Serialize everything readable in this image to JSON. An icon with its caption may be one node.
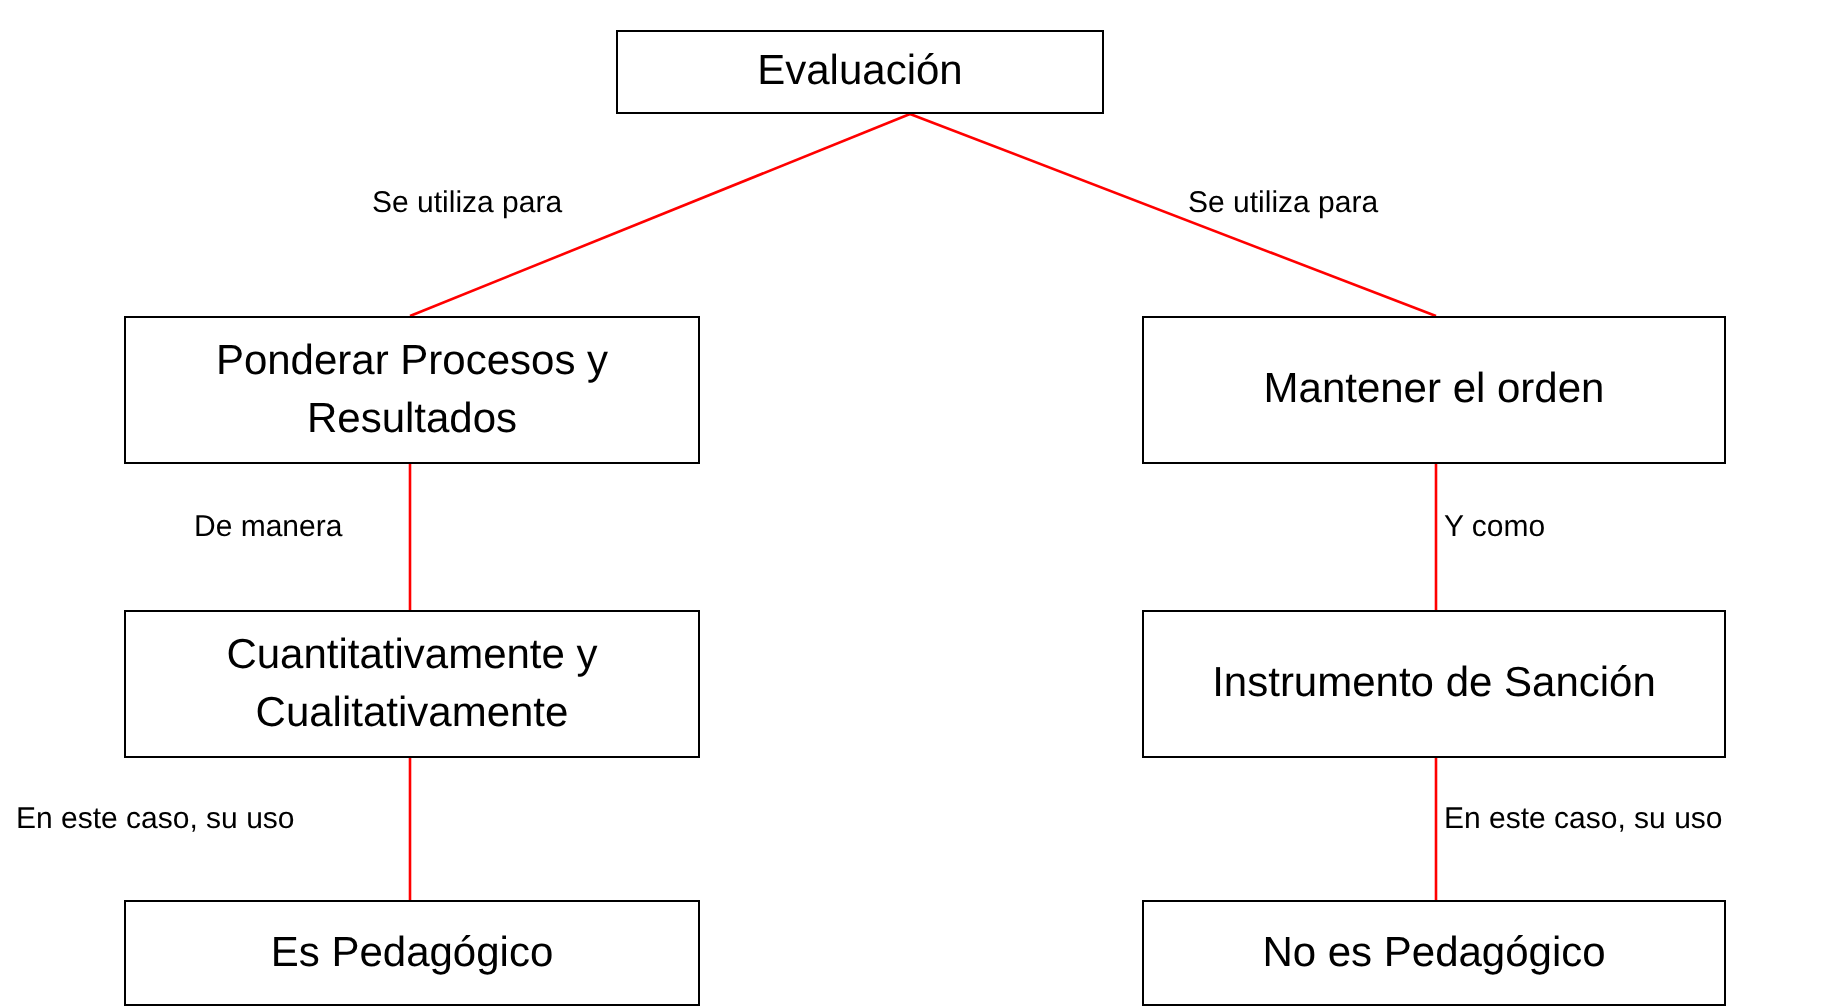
{
  "diagram": {
    "nodes": [
      {
        "text": [
          "Evaluación"
        ]
      },
      {
        "text": [
          "Ponderar Procesos y Resultados"
        ]
      },
      {
        "text": [
          "Mantener el orden"
        ]
      },
      {
        "text": [
          "Cuantitativamente y Cualitativamente"
        ]
      },
      {
        "text": [
          "Instrumento de Sanción"
        ]
      },
      {
        "text": [
          "Es Pedagógico"
        ]
      },
      {
        "text": [
          "No es Pedagógico"
        ]
      }
    ],
    "edges": [
      {
        "from": 0,
        "to": 1,
        "arrow": "none",
        "label": "Se utiliza para"
      },
      {
        "from": 0,
        "to": 2,
        "arrow": "none",
        "label": "Se utiliza para"
      },
      {
        "from": 1,
        "to": 3,
        "arrow": "none",
        "label": "De manera"
      },
      {
        "from": 2,
        "to": 4,
        "arrow": "none",
        "label": "Y como"
      },
      {
        "from": 3,
        "to": 5,
        "arrow": "none",
        "label": "En este caso, su uso"
      },
      {
        "from": 4,
        "to": 6,
        "arrow": "none",
        "label": "En este caso, su uso"
      }
    ]
  }
}
